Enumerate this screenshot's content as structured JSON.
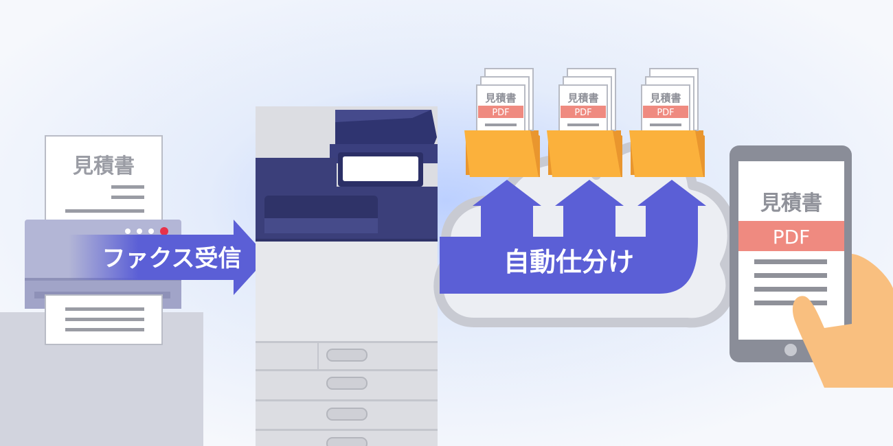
{
  "labels": {
    "fax_receive": "ファクス受信",
    "auto_sort": "自動仕分け"
  },
  "fax_document": {
    "title": "見積書"
  },
  "folders": [
    {
      "doc_title": "見積書",
      "doc_type": "PDF"
    },
    {
      "doc_title": "見積書",
      "doc_type": "PDF"
    },
    {
      "doc_title": "見積書",
      "doc_type": "PDF"
    }
  ],
  "tablet_document": {
    "title": "見積書",
    "type": "PDF"
  },
  "colors": {
    "arrow_blue": "#5b5fd6",
    "folder_orange": "#fbb13c",
    "pdf_badge": "#ef8a80",
    "mfp_navy": "#3b3f7a",
    "cloud_fill": "#eceef3"
  }
}
